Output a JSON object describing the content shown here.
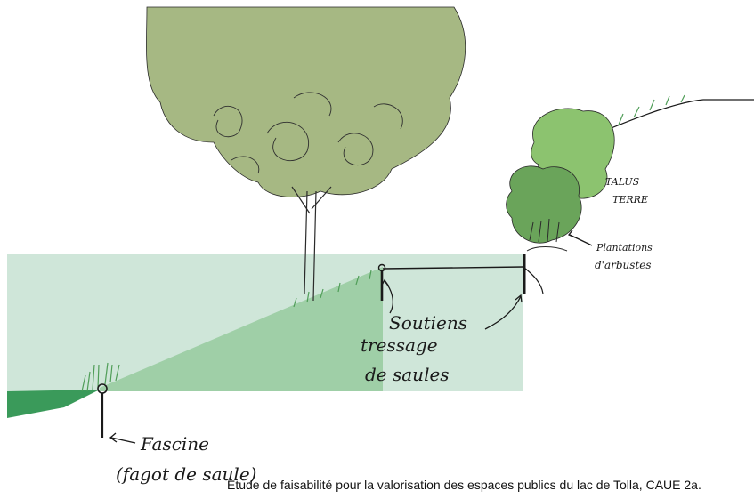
{
  "labels": {
    "fascine_line1": "Fascine",
    "fascine_line2": "(fagot de saule)",
    "soutiens_line1": "Soutiens",
    "soutiens_line2": "tressage",
    "soutiens_line3": "de saules",
    "talus_line1": "TALUS",
    "talus_line2": "TERRE",
    "plantations_line1": "Plantations",
    "plantations_line2": "d'arbustes"
  },
  "caption": "Etude de faisabilité pour la valorisation des espaces publics  du lac de Tolla,  CAUE 2a.",
  "colors": {
    "water": "#cfe6d9",
    "ground": "#9fcfa7",
    "lake_edge": "#3a9a5a",
    "tree_canopy": "#a6b883",
    "shrub_light": "#8cc36f",
    "shrub_dark": "#6aa45a",
    "ink": "#1a1a1a"
  }
}
